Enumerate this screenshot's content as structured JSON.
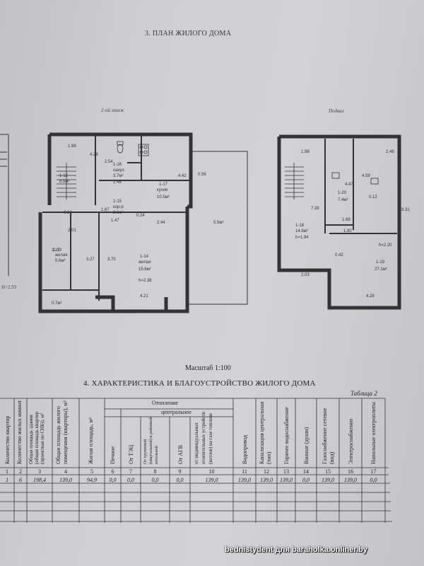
{
  "section3_title": "3. ПЛАН ЖИЛОГО ДОМА",
  "floor2_label": "2-ой этаж",
  "basement_label": "Подвал",
  "left_height": "H=2.93",
  "scale": "Масштаб 1:100",
  "section4_title": "4. ХАРАКТЕРИСТИКА И БЛАГОУСТРОЙСТВО ЖИЛОГО ДОМА",
  "table_number": "Таблица 2",
  "plan_labels": {
    "floor2": [
      "1.98",
      "4.28",
      "1-12",
      "8.5м²",
      "2.54",
      "1-16",
      "сануз.",
      "3.7м²",
      "1.46",
      "1-17",
      "кухня",
      "10.5м²",
      "4.42",
      "0.56",
      "1.67",
      "1-15",
      "кор-р",
      "2.6м²",
      "0.24",
      "0.24",
      "1.47",
      "2.44",
      "5.5м²",
      "2.01",
      "3.27",
      "1-13",
      "жилая",
      "5.6м²",
      "3.27",
      "3.70",
      "1-14",
      "жилая",
      "15.6м²",
      "h=2.38",
      "4.21",
      "0.7м²"
    ],
    "basement": [
      "1.98",
      "2.48",
      "4.47",
      "4.59",
      "1-20",
      "7.4м²",
      "0.12",
      "7.38",
      "8.31",
      "1.68",
      "1-18",
      "14.6м²",
      "h=1.94",
      "1.80",
      "h=2.20",
      "0.42",
      "1-19",
      "27.1м²",
      "2.03",
      "4.28"
    ]
  },
  "table": {
    "group_heating": "Отопление",
    "group_central": "центральное",
    "headers": [
      "Количество квартир",
      "Количество жилых комнат",
      "Общая площадь здания (общая площадь квартир (проектная по СНБ)), м²",
      "Общая площадь жилого помещения (квартиры), м²",
      "Жилая площадь, м²",
      "Печное",
      "От ТЭЦ",
      "От групповой (квартальной) и районной котельной",
      "От АГВ",
      "от индивидуальных отопительных устройств (котлов) на газе топливе",
      "Водопровод",
      "Канализация центральная (тип)",
      "Горячее водоснабжение",
      "Ванные (души)",
      "Газоснабжение сетевое (вид)",
      "Электроснабжение",
      "Напольные электроплиты"
    ],
    "numbers": [
      "1",
      "2",
      "3",
      "4",
      "5",
      "6",
      "7",
      "8",
      "9",
      "10",
      "11",
      "12",
      "13",
      "14",
      "15",
      "16",
      "17"
    ],
    "values": [
      "1",
      "6",
      "198,4",
      "139,0",
      "94,9",
      "0,0",
      "0,0",
      "0,0",
      "0,0",
      "139,0",
      "139,0",
      "139,0",
      "139,0",
      "0,0",
      "139,0",
      "139,0",
      "0,0"
    ]
  },
  "watermark": "bednistydent для baraholka.onliner.by"
}
